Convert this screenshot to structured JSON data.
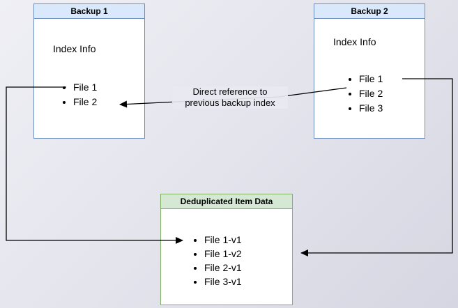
{
  "diagram": {
    "backup1": {
      "title": "Backup 1",
      "index_label": "Index Info",
      "files": [
        "File 1",
        "File 2"
      ]
    },
    "backup2": {
      "title": "Backup 2",
      "index_label": "Index Info",
      "files": [
        "File 1",
        "File 2",
        "File 3"
      ]
    },
    "dedup": {
      "title": "Deduplicated Item Data",
      "files": [
        "File 1-v1",
        "File 1-v2",
        "File 2-v1",
        "File 3-v1"
      ]
    },
    "edge_label": {
      "line1": "Direct reference to",
      "line2": "previous backup index"
    },
    "colors": {
      "blue_border": "#6c8ebf",
      "blue_fill": "#dae8fc",
      "green_border": "#82b366",
      "green_fill": "#d5e8d4",
      "arrow": "#000000",
      "box_body": "#ffffff"
    }
  }
}
